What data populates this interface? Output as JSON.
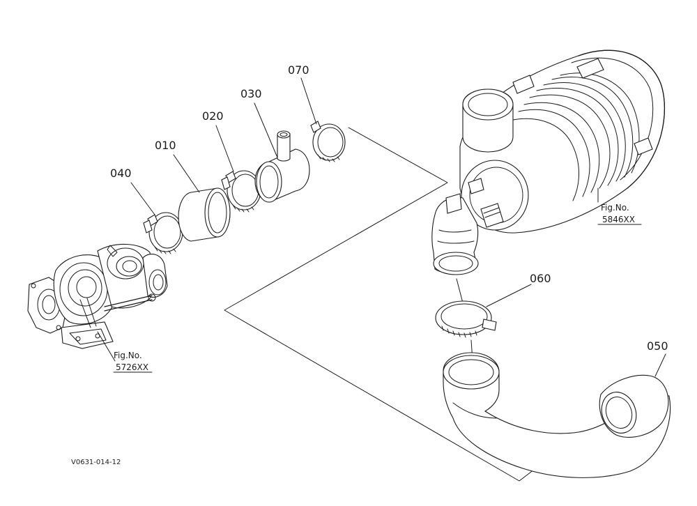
{
  "parts": {
    "p010": "010",
    "p020": "020",
    "p030": "030",
    "p040": "040",
    "p050": "050",
    "p060": "060",
    "p070": "070"
  },
  "references": {
    "turbo": {
      "title": "Fig.No.",
      "number": "5726XX"
    },
    "air_cleaner": {
      "title": "Fig.No.",
      "number": "5846XX"
    }
  },
  "drawing_code": "V0631-014-12"
}
